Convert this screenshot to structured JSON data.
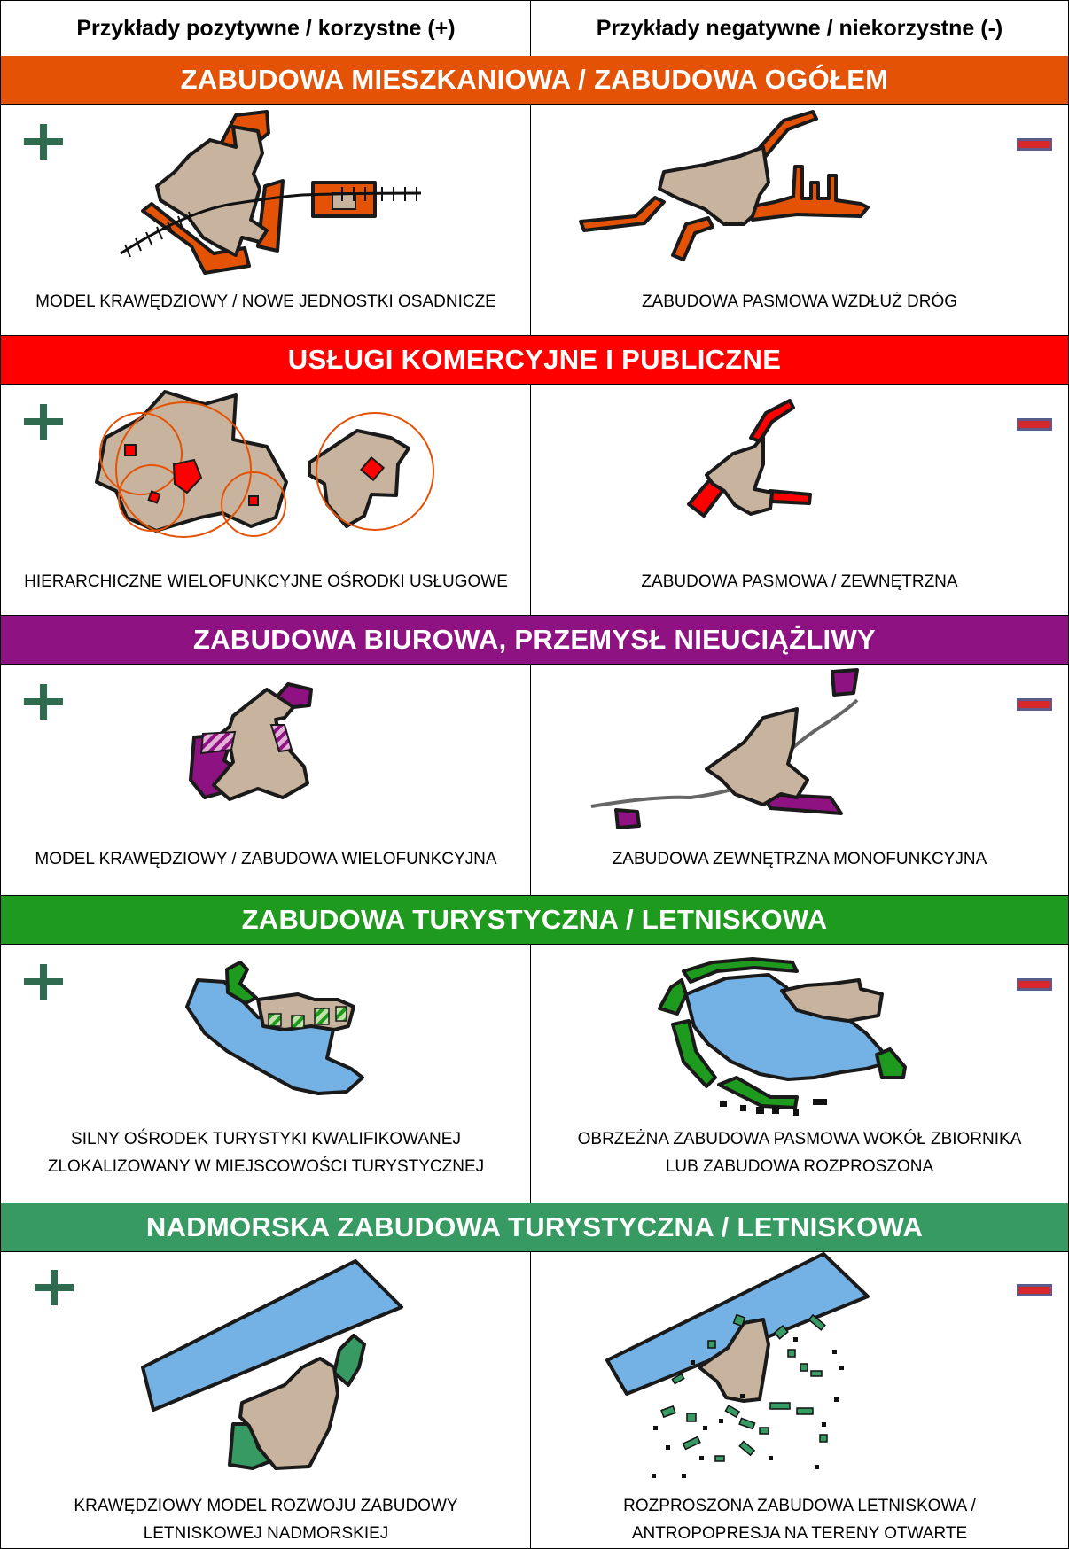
{
  "header": {
    "positive": "Przykłady pozytywne / korzystne (+)",
    "negative": "Przykłady negatywne / niekorzystne (-)"
  },
  "colors": {
    "residential": "#e35205",
    "services": "#fe0000",
    "office": "#8e1282",
    "tourism": "#1e9a1e",
    "coastal": "#379a63",
    "settlement": "#c8b49e",
    "water": "#74b1e4",
    "plus_sign": "#2e6b4f",
    "minus_sign": "#d7272d"
  },
  "sections": [
    {
      "title": "ZABUDOWA MIESZKANIOWA / ZABUDOWA OGÓŁEM",
      "positive_caption": [
        "MODEL KRAWĘDZIOWY / NOWE JEDNOSTKI OSADNICZE"
      ],
      "negative_caption": [
        "ZABUDOWA PASMOWA WZDŁUŻ DRÓG"
      ]
    },
    {
      "title": "USŁUGI KOMERCYJNE I PUBLICZNE",
      "positive_caption": [
        "HIERARCHICZNE WIELOFUNKCYJNE OŚRODKI USŁUGOWE"
      ],
      "negative_caption": [
        "ZABUDOWA PASMOWA / ZEWNĘTRZNA"
      ]
    },
    {
      "title": "ZABUDOWA BIUROWA, PRZEMYSŁ NIEUCIĄŻLIWY",
      "positive_caption": [
        "MODEL KRAWĘDZIOWY / ZABUDOWA WIELOFUNKCYJNA"
      ],
      "negative_caption": [
        "ZABUDOWA ZEWNĘTRZNA MONOFUNKCYJNA"
      ]
    },
    {
      "title": "ZABUDOWA TURYSTYCZNA / LETNISKOWA",
      "positive_caption": [
        "SILNY OŚRODEK TURYSTYKI KWALIFIKOWANEJ",
        "ZLOKALIZOWANY W MIEJSCOWOŚCI TURYSTYCZNEJ"
      ],
      "negative_caption": [
        "OBRZEŻNA ZABUDOWA PASMOWA WOKÓŁ ZBIORNIKA",
        "LUB ZABUDOWA ROZPROSZONA"
      ]
    },
    {
      "title": "NADMORSKA ZABUDOWA TURYSTYCZNA / LETNISKOWA",
      "positive_caption": [
        "KRAWĘDZIOWY MODEL ROZWOJU ZABUDOWY",
        "LETNISKOWEJ NADMORSKIEJ"
      ],
      "negative_caption": [
        "ROZPROSZONA ZABUDOWA LETNISKOWA /",
        "ANTROPOPRESJA NA TERENY OTWARTE"
      ]
    }
  ]
}
